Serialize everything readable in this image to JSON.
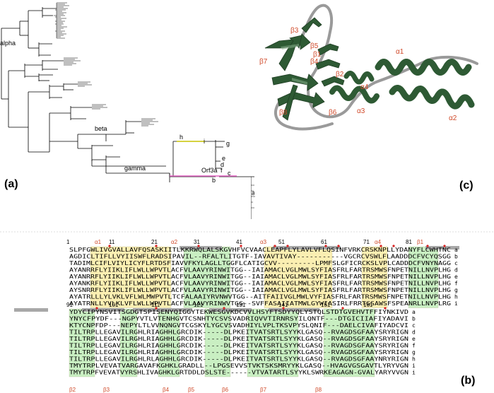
{
  "panel_labels": {
    "a": "(a)",
    "b": "(b)",
    "c": "(c)"
  },
  "tree": {
    "clade_labels": [
      "alpha",
      "beta",
      "gamma",
      "Orf3a"
    ],
    "leaf_labels": [
      "a",
      "b",
      "c",
      "d",
      "e",
      "f",
      "g",
      "h",
      "i"
    ]
  },
  "structure": {
    "helices": [
      "α1",
      "α2",
      "α3",
      "α4"
    ],
    "strands": [
      "β1",
      "β2",
      "β3",
      "β4",
      "β5",
      "β6",
      "β7",
      "β8"
    ]
  },
  "colors": {
    "helix_strand": "#2e5a34",
    "coil": "#9a9a9a",
    "label": "#d04a2a",
    "yellow_box": "#fbefb2",
    "green_box": "#c9efc2",
    "yellow_branch": "#c8c400",
    "pink_branch": "#e060c0"
  },
  "alignment": {
    "block1": {
      "positions": [
        "1",
        "11",
        "21",
        "31",
        "41",
        "51",
        "61",
        "71",
        "81"
      ],
      "ss_top": [
        "α1",
        "α2",
        "α3",
        "α4",
        "β1"
      ],
      "rows": [
        {
          "seq": "SLPFGWLIVGVALLAVFQSASKIITLKKRWQLALSKGVHFVCVAACLEAPFLYLAVLVFLQSINFVRKCRSKNPLLYDANYFLCWHTNC",
          "label": "a"
        },
        {
          "seq": "AGDICLTIFLLVYIISWFLRADSIPAVIL--RFALTLITGTF-IAVAVTIVAY-----------VGCRCVSWLFLAADDDCFVCYQSGG",
          "label": "b"
        },
        {
          "seq": "TADIMLCIFLVIYLICYFLRTDSFIAVVFKYLAGLLTGGFLCATIGCVV---------LPMFSLGFICRCKSLVPLCADDDCFVNYNAGG",
          "label": "c"
        },
        {
          "seq": "AYANRRFLYIIKLIFLWLLWPVTLACFVLAAVYRINWITGG--IAIAMACLVGLMWLSYFIASFRLFARTRSMWSFNPETNILLNVPLHG",
          "label": "d"
        },
        {
          "seq": "AYANRRFLYIIKLIFLWLLWPVTLACFVLAAVYRINWITGG--IAIAMACLVGLMWLSYFIASFRLFARTRSMWSFNPETNILLNVPLHG",
          "label": "e"
        },
        {
          "seq": "AYANKRFLYIIKLIFLWLLWPVTLACFVLAAVYRINWITGG--IAIAMACLVGLMWLSYFIASFRLFARTRSMWSFNPETNILLNVPLHG",
          "label": "f"
        },
        {
          "seq": "AYSNRRFLYIIKLIFLWLLWPVTLACFVLAAVYRINWITGG--IAIAMACLVGLMWLSYFIASFRLFARTRSMWSFNPETNILLNVPLHG",
          "label": "g"
        },
        {
          "seq": "AYATRLLLYLVKLVFLWLMWPVTLTCFALAAIYRVNWVTGG--AITFAIIVGLMWLVYFIASFRLFARTRSMWSFNPETNILLNVPLHG",
          "label": "h"
        },
        {
          "seq": "AYATRNLLYVLKLVFLWLLWPVTLACFVLAAVYRINWVTGG--SVFFASAIIATMWLGYWIASIRLFRRTGSAWSFSPEANRLLNVPLRG",
          "label": "i"
        }
      ]
    },
    "block2": {
      "positions": [
        "91",
        "101",
        "111",
        "121",
        "131",
        "141",
        "151",
        "161"
      ],
      "ss_bottom": [
        "β2",
        "β3",
        "β4",
        "β5",
        "β6",
        "β7",
        "β8"
      ],
      "rows": [
        {
          "seq": "YDYCIPYNSVITSGDGTSPISENYQIGGYTEKWESGVKDCVVLHSYFTSDYYQLYSTQLSTDTGVEHVTFFIYNKIVD",
          "label": "a"
        },
        {
          "seq": "YNYCFPYDF---NGPYVTLVTENHGVTCSNHTYCSVSVADRIQVVTIRNRSYILQNTF---DTGICIIAFIYADAVI",
          "label": "b"
        },
        {
          "seq": "KTYCNPFDP---NEPYLTLVVNQNGVTCGSKYLYGCVSVADHIYLVPLTKSVPYSLQNIF---DAELCIVAFIYADCVI",
          "label": "c"
        },
        {
          "seq": "TILTRPLLEGAVILRGHLRIAGHHLGRCDIK-----DLPKEITVATSRTLSYYKLGASQ--RVAGDSGFAAYSRYRIGN",
          "label": "d"
        },
        {
          "seq": "TILTRPLLEGAVILRGHLRIAGHHLGRCDIK-----DLPKEITVATSRTLSYYKLGASQ--RVAGDSGFAAYSRYRIGN",
          "label": "e"
        },
        {
          "seq": "TILTRPLLEGAVILRGHLRIAGHHLGRCDIK-----DLPKEITVATSRTLSYYKLGASQ--RVAGDSGFAAYSRYRIGN",
          "label": "f"
        },
        {
          "seq": "TILTRPLLEGAVILRGHLRIAGHHLGRCDIK-----DLPKEITVATSRTLSYYKLGASQ--RVAGDSGFAAYSRYRIGN",
          "label": "g"
        },
        {
          "seq": "TILTRPLLEGAVILRGHLRLAGHHLGRCDIK-----DLPKEITVATSRTLSYYKLGASQ--RVAGDSGFAAYNRYRIGN",
          "label": "h"
        },
        {
          "seq": "TMYTRPLVEVATVARGAVAFKGHKLGRADLL--LPGSEVVSTVKTSKSMRYYKLGASQ--HVAGVGSGAVTLYRYVGN",
          "label": "i"
        },
        {
          "seq": "TMYTRPFVEVATVYRSHLIVAGHKLGRTDDLDSLSTE------VTVATARTLSYYKLSWRKEAGAGN-GVALYARYVVGN",
          "label": "i"
        }
      ]
    }
  }
}
